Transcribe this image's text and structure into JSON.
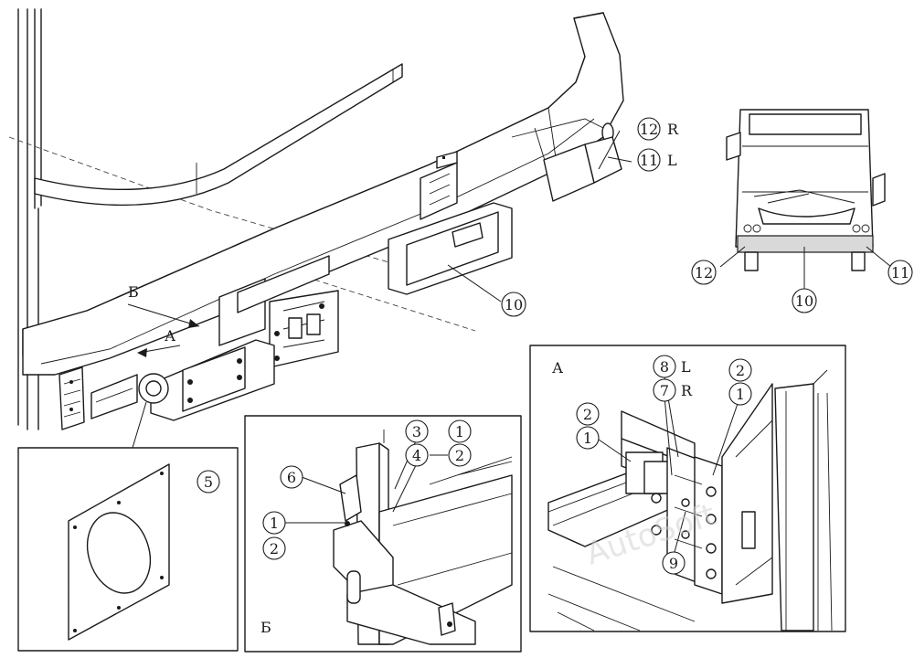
{
  "callouts": {
    "main": {
      "c12": "12",
      "c12_side": "R",
      "c11": "11",
      "c11_side": "L",
      "c10": "10"
    },
    "bus": {
      "c12": "12",
      "c10": "10",
      "c11": "11"
    },
    "inset_gasket": {
      "c5": "5"
    },
    "inset_b": {
      "title": "Б",
      "c3": "3",
      "c1a": "1",
      "c4": "4",
      "c2a": "2",
      "c6": "6",
      "c1b": "1",
      "c2b": "2"
    },
    "inset_a": {
      "title": "А",
      "c8": "8",
      "c8_side": "L",
      "c7": "7",
      "c7_side": "R",
      "c2a": "2",
      "c1a": "1",
      "c2b": "2",
      "c1b": "1",
      "c9": "9"
    }
  },
  "view_arrows": {
    "b": "Б",
    "a": "А"
  },
  "watermark": "AutoSoft",
  "colors": {
    "line": "#1a1a1a",
    "paper": "#ffffff",
    "hatch": "#d9d9d9"
  }
}
